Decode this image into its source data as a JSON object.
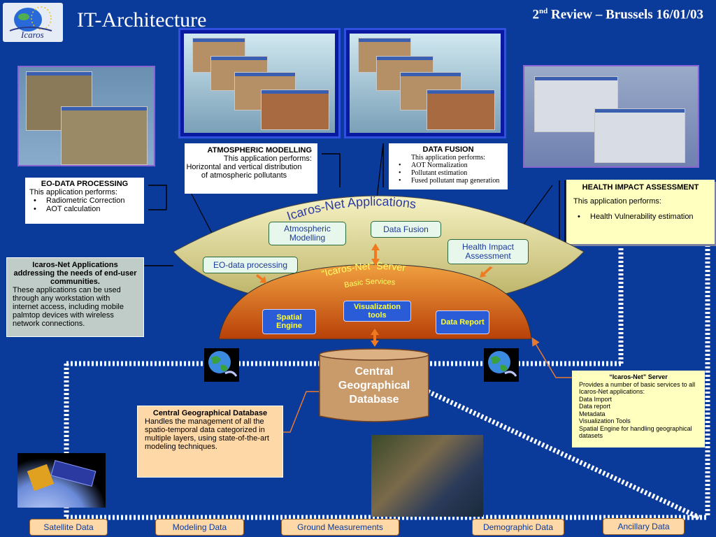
{
  "header": {
    "title": "IT-Architecture",
    "review_sup": "nd",
    "review_pre": "2",
    "review_post": " Review – Brussels 16/01/03",
    "logo_text": "Icaros"
  },
  "arc_label": "Icaros-Net Applications",
  "server_label_1": "“Icaros-Net” Server",
  "server_label_2": "Basic Services",
  "apps": {
    "atmospheric": "Atmospheric Modelling",
    "fusion": "Data Fusion",
    "health": "Health Impact Assessment",
    "eo": "EO-data processing"
  },
  "services": {
    "spatial": "Spatial Engine",
    "viz": "Visualization tools",
    "report": "Data Report"
  },
  "database_label": "Central Geographical Database",
  "panels": {
    "eo": {
      "title": "EO-DATA PROCESSING",
      "intro": "This application performs:",
      "items": [
        "Radiometric Correction",
        "AOT calculation"
      ]
    },
    "atmo": {
      "title": "ATMOSPHERIC MODELLING",
      "intro": "This application performs:",
      "body": "Horizontal and vertical distribution of atmospheric pollutants"
    },
    "fusion": {
      "title": "DATA FUSION",
      "intro": "This application performs:",
      "items": [
        "AOT Normalization",
        "Pollutant estimation",
        "Fused pollutant map generation"
      ]
    },
    "health": {
      "title": "HEALTH IMPACT ASSESSMENT",
      "intro": "This application performs:",
      "items": [
        "Health Vulnerability estimation"
      ]
    },
    "communities": {
      "title": "Icaros-Net Applications addressing the needs of end-user communities.",
      "body": "These applications can be used through any workstation with internet access, including mobile palmtop devices with wireless network connections."
    },
    "server": {
      "title": "“Icaros-Net” Server",
      "lines": [
        "Provides a number of basic services to all Icaros-Net applications:",
        "Data Import",
        "Data report",
        "Metadata",
        "Visualization Tools",
        "Spatial Engine for handling geographical datasets"
      ]
    },
    "cgd": {
      "title": "Central Geographical Database",
      "body": "Handles the management of all the spatio-temporal data categorized in multiple layers, using state-of-the-art modeling techniques."
    }
  },
  "sources": [
    "Satellite Data",
    "Modeling Data",
    "Ground Measurements",
    "Demographic Data",
    "Ancillary Data"
  ],
  "colors": {
    "background": "#0a3a9a",
    "arc_fill": "#f4efb0",
    "server_fill": "#d65a10",
    "database_fill": "#caa070",
    "panel_yellow": "#ffffc0",
    "panel_peach": "#ffd8a8",
    "panel_gray": "#c0ccc8",
    "connector_orange": "#e87a30"
  }
}
